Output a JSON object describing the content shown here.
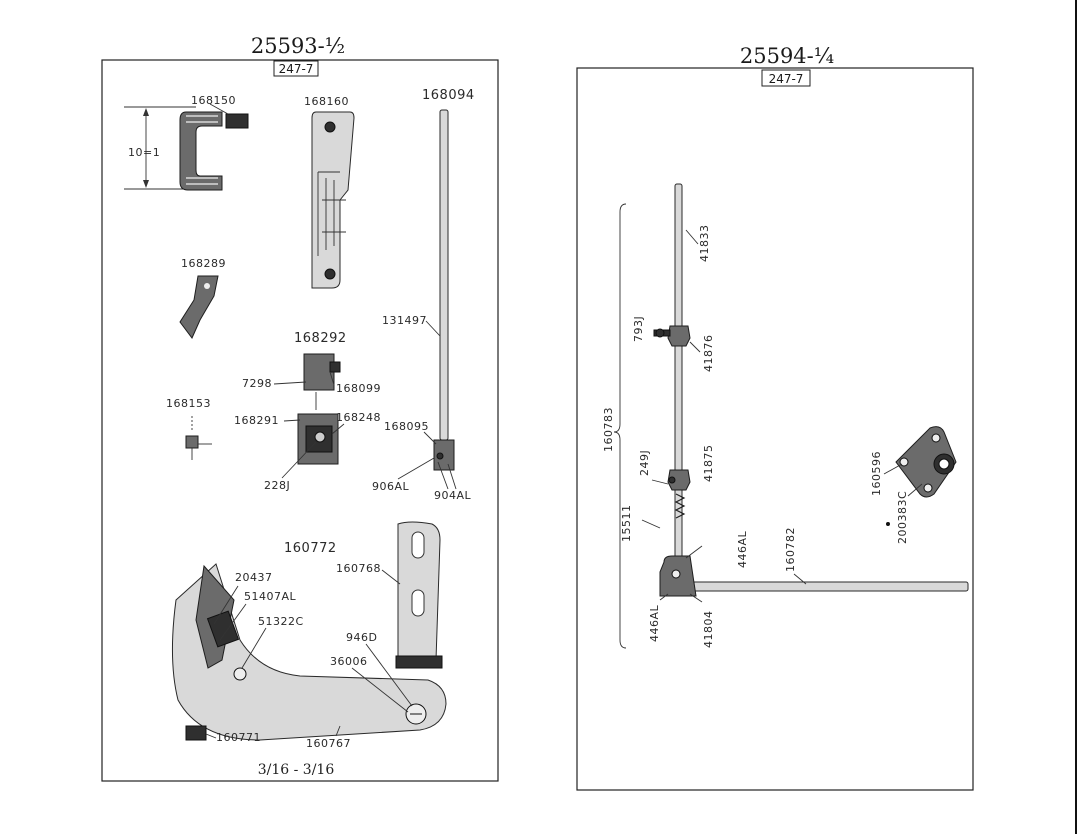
{
  "left_panel": {
    "title": "25593-½",
    "subtitle": "247-7",
    "footer": "3/16 - 3/16",
    "dimension": "10=1",
    "labels": {
      "p168150": "168150",
      "p168160": "168160",
      "p168094": "168094",
      "p168289": "168289",
      "p131497": "131497",
      "p168292": "168292",
      "p7298": "7298",
      "p168099": "168099",
      "p168153": "168153",
      "p168291": "168291",
      "p168248": "168248",
      "p168095": "168095",
      "p228j": "228J",
      "p906al": "906AL",
      "p904al": "904AL",
      "p160772": "160772",
      "p20437": "20437",
      "p160768": "160768",
      "p51407al": "51407AL",
      "p51322c": "51322C",
      "p946d": "946D",
      "p36006": "36006",
      "p160771": "160771",
      "p160767": "160767"
    }
  },
  "right_panel": {
    "title": "25594-¼",
    "subtitle": "247-7",
    "labels": {
      "p41833": "41833",
      "p793j": "793J",
      "p41876": "41876",
      "p160783": "160783",
      "p249j": "249J",
      "p41875": "41875",
      "p15511": "15511",
      "p446al_a": "446AL",
      "p160782": "160782",
      "p446al_b": "446AL",
      "p41804": "41804",
      "p160596": "160596",
      "p200383c": "200383C"
    }
  }
}
